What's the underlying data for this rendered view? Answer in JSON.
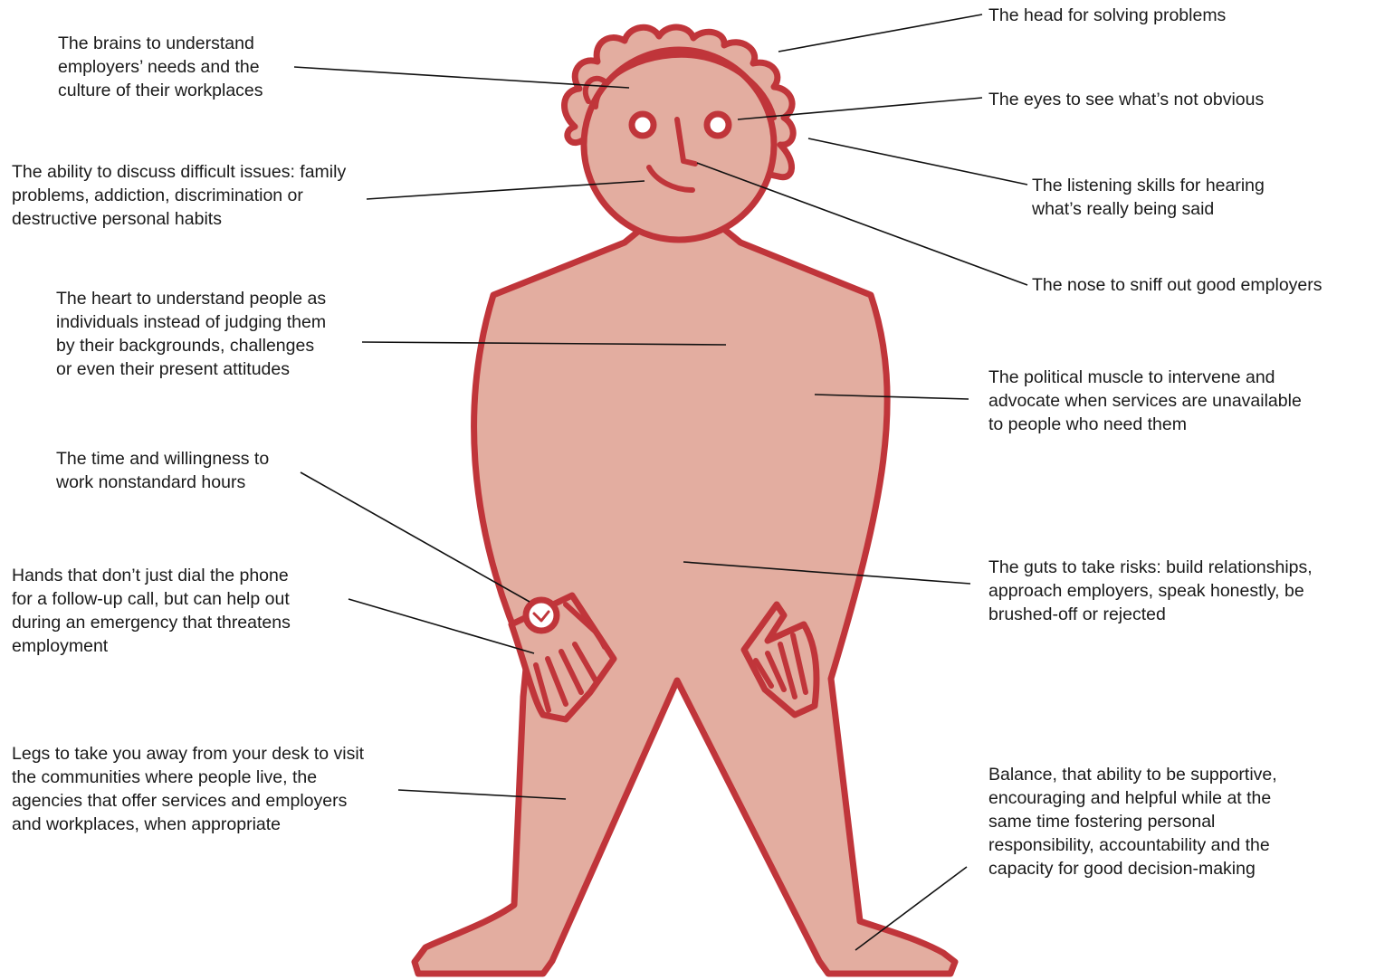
{
  "colors": {
    "body_fill": "#e3ada0",
    "outline": "#c0353a",
    "leader_line": "#111111",
    "text": "#1a1a1a",
    "background": "#ffffff"
  },
  "labels": {
    "head": "The head for solving problems",
    "brains": "The brains to understand\nemployers’ needs and the\nculture of their workplaces",
    "eyes": "The eyes to see what’s not obvious",
    "mouth": "The ability to discuss difficult issues: family\nproblems, addiction, discrimination or\ndestructive personal habits",
    "ears": "The listening skills for hearing\nwhat’s really being said",
    "nose": "The nose to sniff out good employers",
    "heart": "The heart to understand people as\nindividuals instead of judging them\nby their backgrounds, challenges\nor even their present attitudes",
    "muscle": "The political muscle to intervene and\nadvocate when services are unavailable\nto people who need them",
    "time": "The time and willingness to\nwork nonstandard hours",
    "guts": "The guts to take risks: build relationships,\napproach employers, speak honestly, be\nbrushed-off or rejected",
    "hands": "Hands that don’t just dial the phone\nfor a follow-up call, but can help out\nduring an emergency that threatens\nemployment",
    "legs": "Legs to take you away from your desk to visit\nthe communities where people live, the\nagencies that offer services and employers\nand workplaces, when appropriate",
    "balance": "Balance, that ability to be supportive,\nencouraging and helpful while at the\nsame time fostering personal\nresponsibility, accountability and the\ncapacity for good decision-making"
  }
}
